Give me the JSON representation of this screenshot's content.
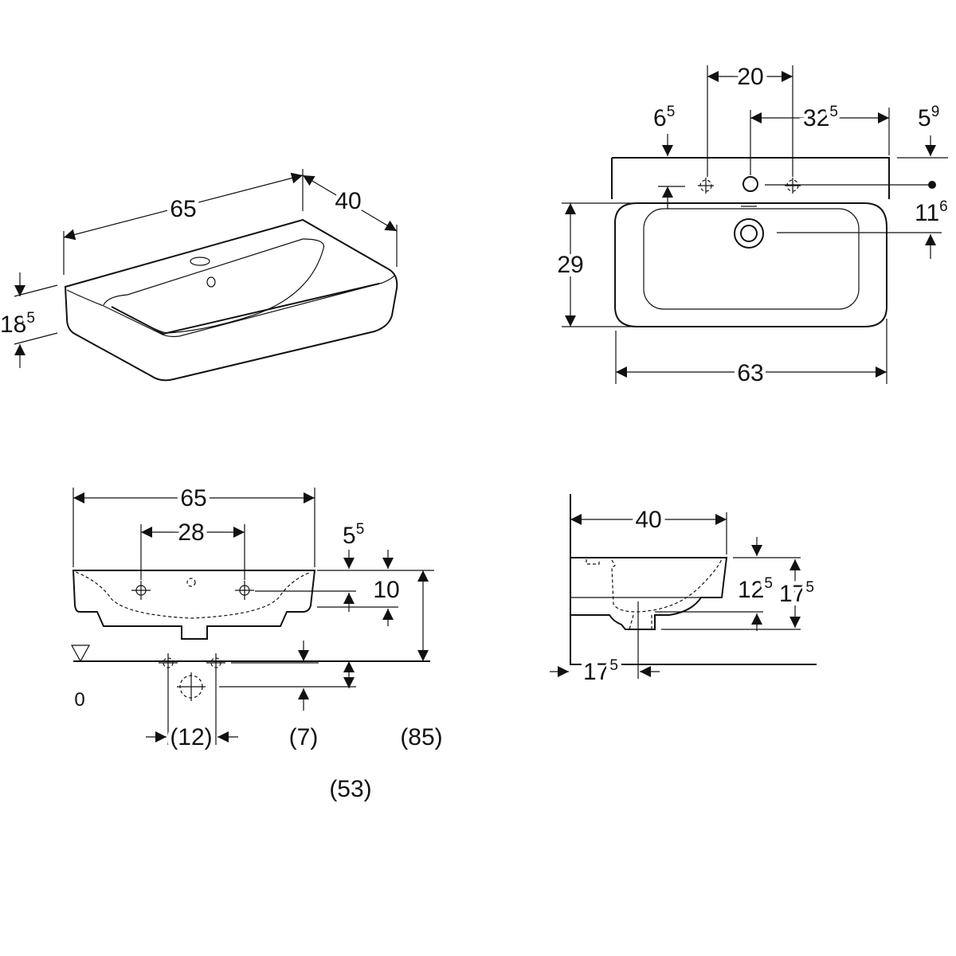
{
  "perspective_view": {
    "width": {
      "main": "65"
    },
    "depth": {
      "main": "40"
    },
    "height": {
      "main": "18",
      "sup": "5"
    }
  },
  "top_view": {
    "hole_spacing": {
      "main": "20"
    },
    "tap_to_edge": {
      "main": "32",
      "sup": "5"
    },
    "side_hole_offset": {
      "main": "6",
      "sup": "5"
    },
    "rear_to_hole": {
      "main": "5",
      "sup": "9"
    },
    "hole_to_drain": {
      "main": "11",
      "sup": "6"
    },
    "bowl_depth": {
      "main": "29"
    },
    "bowl_width": {
      "main": "63"
    }
  },
  "front_view": {
    "width": {
      "main": "65"
    },
    "hole_spacing": {
      "main": "28"
    },
    "rim_to_hole": {
      "main": "5",
      "sup": "5"
    },
    "rim_thickness": {
      "main": "10"
    },
    "supply_spacing": {
      "main": "(12)"
    },
    "supply_to_drain": {
      "main": "(7)"
    },
    "drain_height": {
      "main": "(53)"
    },
    "rim_height": {
      "main": "(85)"
    },
    "floor_level": {
      "main": "0"
    }
  },
  "side_view": {
    "depth": {
      "main": "40"
    },
    "bowl_height": {
      "main": "12",
      "sup": "5"
    },
    "total_height": {
      "main": "17",
      "sup": "5"
    },
    "wall_to_drain": {
      "main": "17",
      "sup": "5"
    }
  }
}
